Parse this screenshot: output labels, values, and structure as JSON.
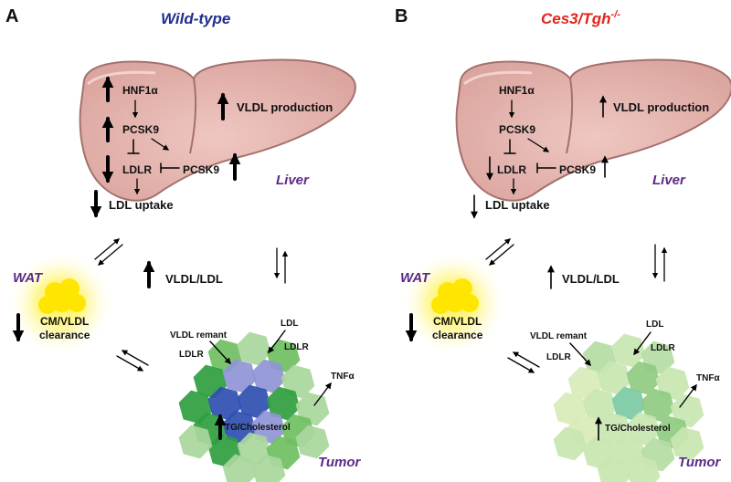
{
  "colors": {
    "wildtype_title": "#1f2f8f",
    "ces3_title": "#e0251b",
    "region_label": "#5b2a86",
    "liver_fill": "#e7b9b5",
    "liver_stroke": "#a4716c",
    "wat_glow": "#fff36a",
    "wat_core": "#ffe600",
    "tumor_green": "#2f9e3f",
    "tumor_light_green": "#a9d79c",
    "tumor_blue": "#2f4fb1",
    "tumor_lavender": "#8f94d6"
  },
  "panel_a": {
    "letter": "A",
    "title": "Wild-type",
    "liver": {
      "hnf": "HNF1α",
      "pcsk9": "PCSK9",
      "ldlr": "LDLR",
      "pcsk9_secreted": "PCSK9",
      "vldl_production": "VLDL production",
      "ldl_uptake": "LDL uptake",
      "region": "Liver"
    },
    "circulation": {
      "vldl_ldl": "VLDL/LDL"
    },
    "wat": {
      "region": "WAT",
      "clearance_line1": "CM/VLDL",
      "clearance_line2": "clearance"
    },
    "tumor": {
      "vldl_remnant": "VLDL remant",
      "ldl": "LDL",
      "ldlr_left": "LDLR",
      "ldlr_right": "LDLR",
      "tnf": "TNFα",
      "tg": "TG/Cholesterol",
      "region": "Tumor"
    }
  },
  "panel_b": {
    "letter": "B",
    "title_main": "Ces3/Tgh",
    "title_sup": "-/-",
    "liver": {
      "hnf": "HNF1α",
      "pcsk9": "PCSK9",
      "ldlr": "LDLR",
      "pcsk9_secreted": "PCSK9",
      "vldl_production": "VLDL production",
      "ldl_uptake": "LDL uptake",
      "region": "Liver"
    },
    "circulation": {
      "vldl_ldl": "VLDL/LDL"
    },
    "wat": {
      "region": "WAT",
      "clearance_line1": "CM/VLDL",
      "clearance_line2": "clearance"
    },
    "tumor": {
      "vldl_remnant": "VLDL remant",
      "ldl": "LDL",
      "ldlr_left": "LDLR",
      "ldlr_right": "LDLR",
      "tnf": "TNFα",
      "tg": "TG/Cholesterol",
      "region": "Tumor"
    }
  }
}
